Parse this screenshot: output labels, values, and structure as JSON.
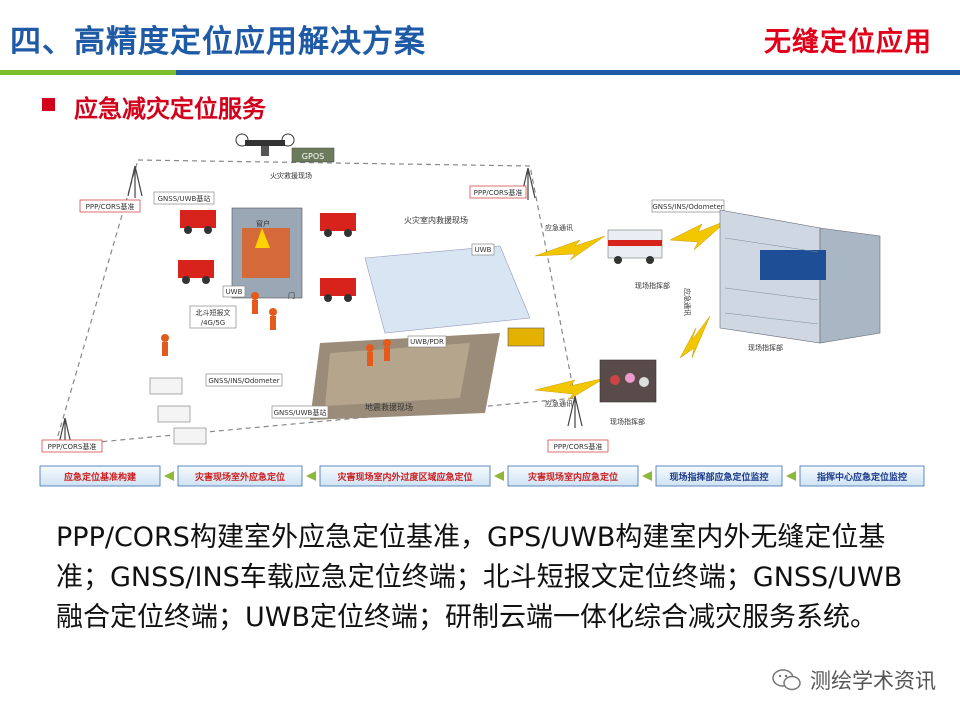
{
  "header": {
    "title": "四、高精度定位应用解决方案",
    "tag": "无缝定位应用"
  },
  "section": {
    "subtitle": "应急减灾定位服务"
  },
  "diagram": {
    "labels": {
      "gpos": "GPOS",
      "fire_rescue": "火灾救援现场",
      "fire_indoor": "火灾室内救援现场",
      "ppp_cors_1": "PPP/CORS基准",
      "ppp_cors_2": "PPP/CORS基准",
      "ppp_cors_3": "PPP/CORS基准",
      "ppp_cors_4": "PPP/CORS基准",
      "gnss_uwb_base_1": "GNSS/UWB基站",
      "gnss_uwb_base_2": "GNSS/UWB基站",
      "uwb_1": "UWB",
      "uwb_2": "UWB",
      "uwb_pdr": "UWB/PDR",
      "beidou": "北斗短报文",
      "beidou2": "/4G/5G",
      "gnss_ins_1": "GNSS/INS/Odometer",
      "gnss_ins_2": "GNSS/INS/Odometer",
      "quake": "地震救援现场",
      "emergency_comm_1": "应急通讯",
      "emergency_comm_2": "应急通讯",
      "field_command_1": "现场指挥部",
      "field_command_2": "现场指挥部",
      "field_command_3": "现场指挥部",
      "emergency_link": "应急通讯",
      "window": "窗户",
      "door": "门"
    },
    "steps": [
      "应急定位基准构建",
      "灾害现场室外应急定位",
      "灾害现场室内外过度区域应急定位",
      "灾害现场室内应急定位",
      "现场指挥部应急定位监控",
      "指挥中心应急定位监控"
    ]
  },
  "body": {
    "text": "PPP/CORS构建室外应急定位基准，GPS/UWB构建室内外无缝定位基准；GNSS/INS车载应急定位终端；北斗短报文定位终端；GNSS/UWB融合定位终端；UWB定位终端；研制云端一体化综合减灾服务系统。"
  },
  "watermark": {
    "text": "测绘学术资讯",
    "icon": "wechat-icon"
  },
  "colors": {
    "title_blue": "#1f5aa6",
    "accent_red": "#e0001a",
    "green_bar": "#7cbd2a"
  }
}
